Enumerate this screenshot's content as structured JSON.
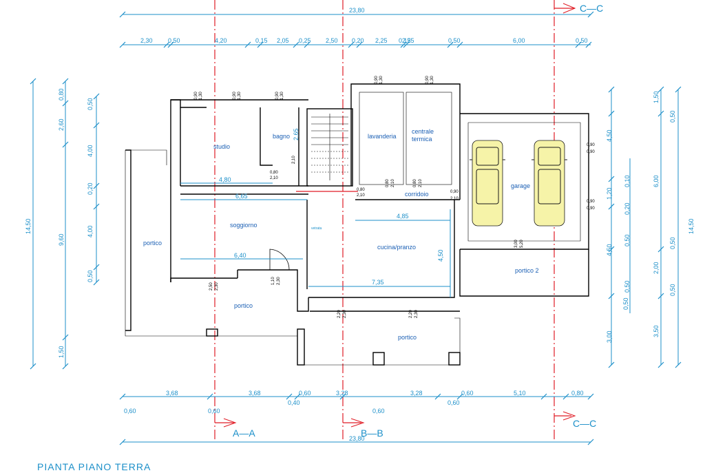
{
  "drawing": {
    "title": "PIANTA PIANO TERRA",
    "sections": {
      "a": "A—A",
      "b": "B—B",
      "c": "C—C"
    },
    "top_total": "23,80",
    "bottom_total": "23,80",
    "top_dims": [
      "2,30",
      "0,50",
      "4,20",
      "0,15",
      "2,05",
      "0,25",
      "2,50",
      "0,20",
      "2,25",
      "0,15",
      "2,25",
      "0,50",
      "6,00",
      "0,50"
    ],
    "bottom_dims_row1": [
      "3,68",
      "3,68",
      "0,60",
      "3,28",
      "3,28",
      "0,60",
      "5,10",
      "0,80"
    ],
    "bottom_dims_row2": [
      "0,60",
      "0,60",
      "0,40",
      "0,60",
      "0,60"
    ],
    "left_outer": [
      "0,80",
      "2,60",
      "14,50",
      "9,60",
      "1,50"
    ],
    "left_inner": [
      "0,50",
      "4,00",
      "0,20",
      "4,00",
      "0,50"
    ],
    "right_inner": [
      "4,50",
      "1,20",
      "4,50",
      "0,50",
      "3,00"
    ],
    "right_mid": [
      "0,10",
      "0,20",
      "0,50",
      "0,50"
    ],
    "right_outer": [
      "1,50",
      "6,00",
      "2,00",
      "3,50"
    ],
    "right_far": [
      "0,50",
      "14,50",
      "0,50",
      "0,50"
    ],
    "rooms": {
      "studio": "studio",
      "bagno": "bagno",
      "lavanderia": "lavanderia",
      "centrale_1": "centrale",
      "centrale_2": "termica",
      "corridoio": "corridoio",
      "garage": "garage",
      "soggiorno": "soggiorno",
      "portico_left": "portico",
      "portico_mid": "portico",
      "portico_bottom": "portico",
      "portico_2": "portico 2",
      "cucina": "cucina/pranzo",
      "vetrata": "vetrata"
    },
    "inner_dims": {
      "studio_width": "4,80",
      "soggiorno_width": "6,65",
      "soggiorno_bottom": "6,40",
      "cucina_top": "4,85",
      "cucina_bottom": "7,35",
      "cucina_height": "4,50",
      "bagno_height": "2,65"
    },
    "openings": {
      "w1_a": "0,90",
      "w1_b": "1,30",
      "d_bagno_a": "0,80",
      "d_bagno_b": "2,10",
      "d_corr_a": "0,80",
      "d_corr_b": "2,10",
      "d_gar_a": "0,90",
      "d_gar_b": "2,10",
      "d_port_a": "2,50",
      "d_port_b": "2,30",
      "d_port2_a": "1,10",
      "d_port2_b": "2,30",
      "d_kit_a": "2,20",
      "d_kit_b": "2,30",
      "garage_door_a": "5,20",
      "garage_door_b": "3,00"
    }
  }
}
